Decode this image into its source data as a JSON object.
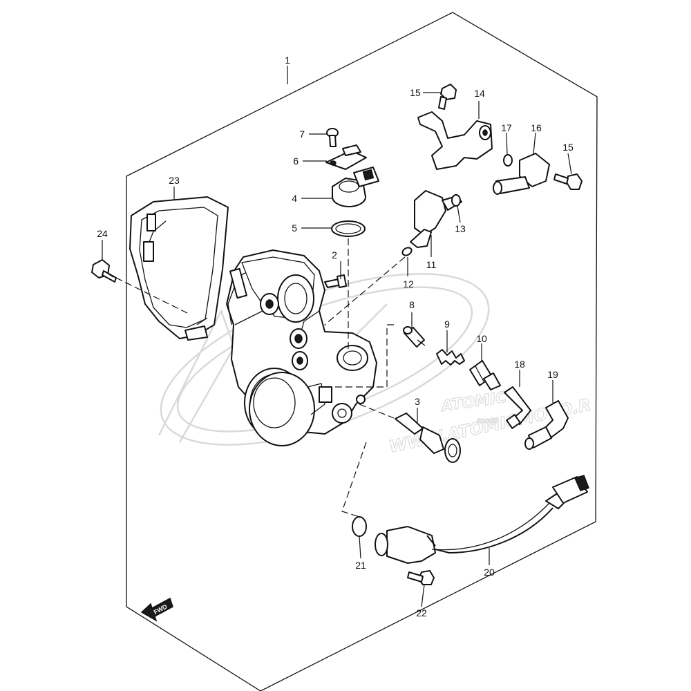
{
  "diagram": {
    "callouts": [
      {
        "id": "c1",
        "text": "1"
      },
      {
        "id": "c2",
        "text": "2"
      },
      {
        "id": "c3",
        "text": "3"
      },
      {
        "id": "c4",
        "text": "4"
      },
      {
        "id": "c5",
        "text": "5"
      },
      {
        "id": "c6",
        "text": "6"
      },
      {
        "id": "c7",
        "text": "7"
      },
      {
        "id": "c8",
        "text": "8"
      },
      {
        "id": "c9",
        "text": "9"
      },
      {
        "id": "c10",
        "text": "10"
      },
      {
        "id": "c11",
        "text": "11"
      },
      {
        "id": "c12",
        "text": "12"
      },
      {
        "id": "c13",
        "text": "13"
      },
      {
        "id": "c14",
        "text": "14"
      },
      {
        "id": "c15a",
        "text": "15"
      },
      {
        "id": "c15b",
        "text": "15"
      },
      {
        "id": "c16",
        "text": "16"
      },
      {
        "id": "c17",
        "text": "17"
      },
      {
        "id": "c18",
        "text": "18"
      },
      {
        "id": "c19",
        "text": "19"
      },
      {
        "id": "c20",
        "text": "20"
      },
      {
        "id": "c21",
        "text": "21"
      },
      {
        "id": "c22",
        "text": "22"
      },
      {
        "id": "c23",
        "text": "23"
      },
      {
        "id": "c24",
        "text": "24"
      }
    ],
    "fwd_label": "FWD",
    "watermark": {
      "brand": "ATOMIC",
      "sub": "moto",
      "url": "WWW.ATOMICMOTO.R"
    }
  }
}
